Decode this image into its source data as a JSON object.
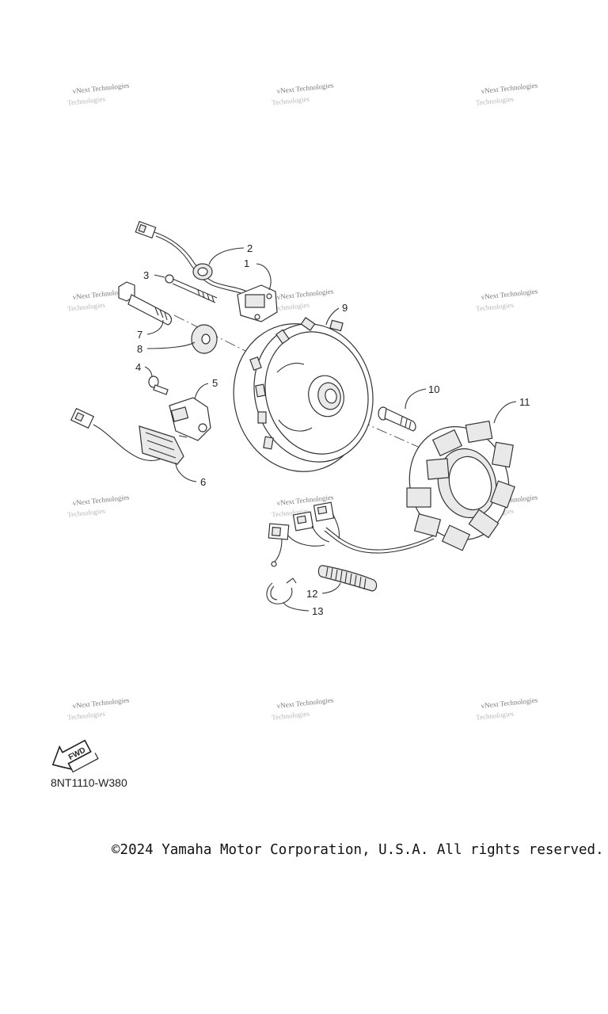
{
  "watermark": {
    "text": "vNext Technologies",
    "text_echo": "Technologies"
  },
  "callouts": {
    "c1": "1",
    "c2": "2",
    "c3": "3",
    "c4": "4",
    "c5": "5",
    "c6": "6",
    "c7": "7",
    "c8": "8",
    "c9": "9",
    "c10": "10",
    "c11": "11",
    "c12": "12",
    "c13": "13"
  },
  "fwd_arrow": {
    "label": "FWD",
    "icon": "fwd-arrow-icon"
  },
  "part_code": "8NT1110-W380",
  "copyright": "©2024 Yamaha Motor Corporation, U.S.A. All rights reserved."
}
